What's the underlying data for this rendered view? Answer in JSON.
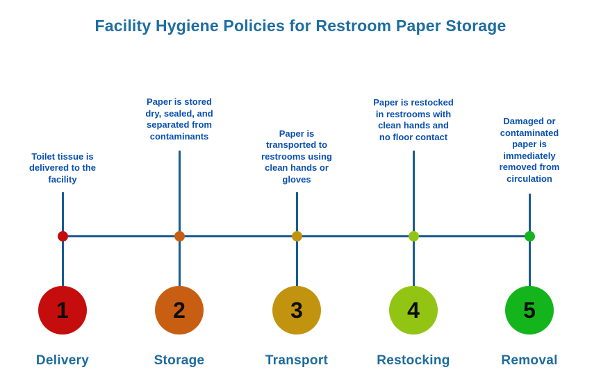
{
  "title": "Facility Hygiene Policies for Restroom Paper Storage",
  "colors": {
    "title_blue": "#1e6da1",
    "label_blue": "#1d6b9e",
    "description_blue": "#0a50b0",
    "line_blue": "#1a5a8e",
    "number_black": "#0d0d0d"
  },
  "steps": [
    {
      "number": "1",
      "label": "Delivery",
      "description": "Toilet tissue is\ndelivered to the\nfacility",
      "color": "#c50d0d"
    },
    {
      "number": "2",
      "label": "Storage",
      "description": "Paper is stored\ndry, sealed, and\nseparated from\ncontaminants",
      "color": "#c85e12"
    },
    {
      "number": "3",
      "label": "Transport",
      "description": "Paper is\ntransported to\nrestrooms using\nclean hands or\ngloves",
      "color": "#c2930e"
    },
    {
      "number": "4",
      "label": "Restocking",
      "description": "Paper is restocked\nin restrooms with\nclean hands and\nno floor contact",
      "color": "#92c414"
    },
    {
      "number": "5",
      "label": "Removal",
      "description": "Damaged or\ncontaminated\npaper is\nimmediately\nremoved from\ncirculation",
      "color": "#14b41c"
    }
  ]
}
